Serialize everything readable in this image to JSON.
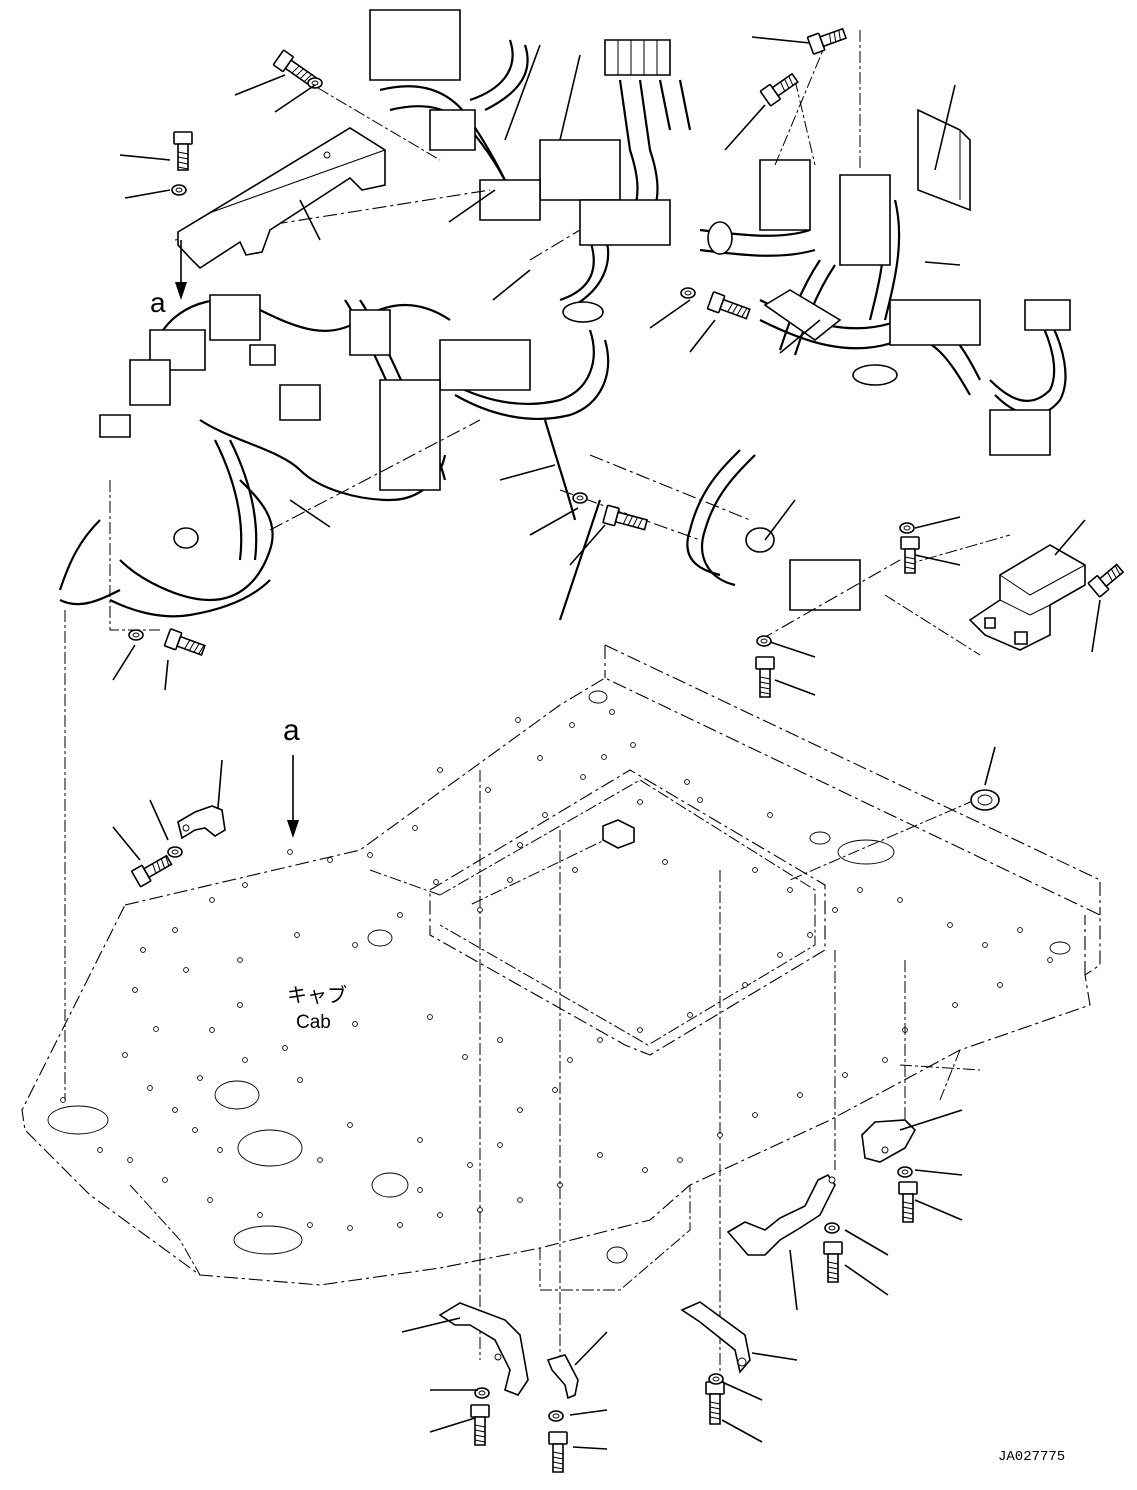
{
  "view_label_top": "a",
  "view_label_bottom": "a",
  "cab_label_jp": "キャブ",
  "cab_label_en": "Cab",
  "drawing_number": "JA027775"
}
